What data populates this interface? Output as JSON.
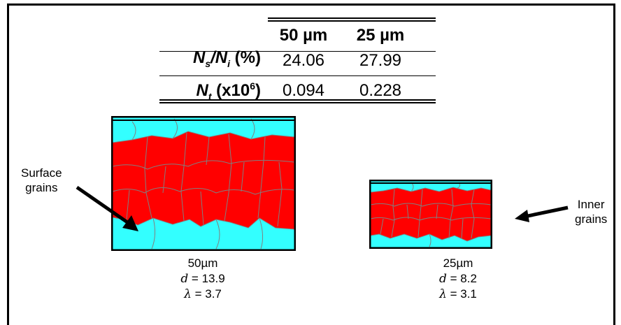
{
  "table": {
    "headers": [
      "50 µm",
      "25 µm"
    ],
    "rows": [
      {
        "label_main": "N",
        "label_sub1": "s",
        "label_mid": "/N",
        "label_sub2": "i",
        "label_tail": " (%)",
        "v1": "24.06",
        "v2": "27.99"
      },
      {
        "label_main": "N",
        "label_sub1": "t",
        "label_mid": " (x10",
        "label_sup": "6",
        "label_tail": ")",
        "v1": "0.094",
        "v2": "0.228"
      }
    ]
  },
  "annotations": {
    "surface_line1": "Surface",
    "surface_line2": "grains",
    "inner_line1": "Inner",
    "inner_line2": "grains"
  },
  "panels": [
    {
      "size": "50µm",
      "d_label": "d",
      "d_value": " = 13.9",
      "lambda_label": "λ",
      "lambda_value": " = 3.7"
    },
    {
      "size": "25µm",
      "d_label": "d",
      "d_value": " = 8.2",
      "lambda_label": "λ",
      "lambda_value": " = 3.1"
    }
  ],
  "colors": {
    "surface": "#33ffff",
    "inner": "#ff0000",
    "boundary": "#808080"
  }
}
